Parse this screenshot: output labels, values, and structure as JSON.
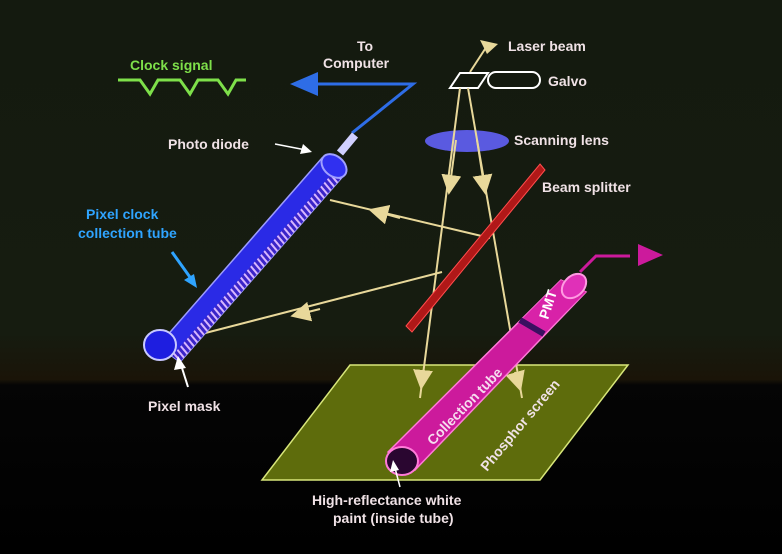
{
  "labels": {
    "clock_signal": "Clock signal",
    "to_computer_line1": "To",
    "to_computer_line2": "Computer",
    "laser_beam": "Laser beam",
    "galvo": "Galvo",
    "scanning_lens": "Scanning lens",
    "beam_splitter": "Beam splitter",
    "photo_diode": "Photo diode",
    "pixel_clock_line1": "Pixel clock",
    "pixel_clock_line2": "collection tube",
    "pixel_mask": "Pixel mask",
    "pmt": "PMT",
    "collection_tube": "Collection tube",
    "phosphor_screen": "Phosphor screen",
    "paint_line1": "High-reflectance white",
    "paint_line2": "paint (inside tube)"
  },
  "colors": {
    "background": "#141a0f",
    "clock_signal": "#7ee04a",
    "pixel_tube": "#2a2ae6",
    "beam": "#e8d89a",
    "splitter": "#b01818",
    "pmt_tube": "#cc1a9c",
    "screen": "#6a7a10",
    "to_computer_arrow": "#2e6de6",
    "label_text": "#f0e2e6",
    "pixel_label": "#2fa4ff"
  }
}
